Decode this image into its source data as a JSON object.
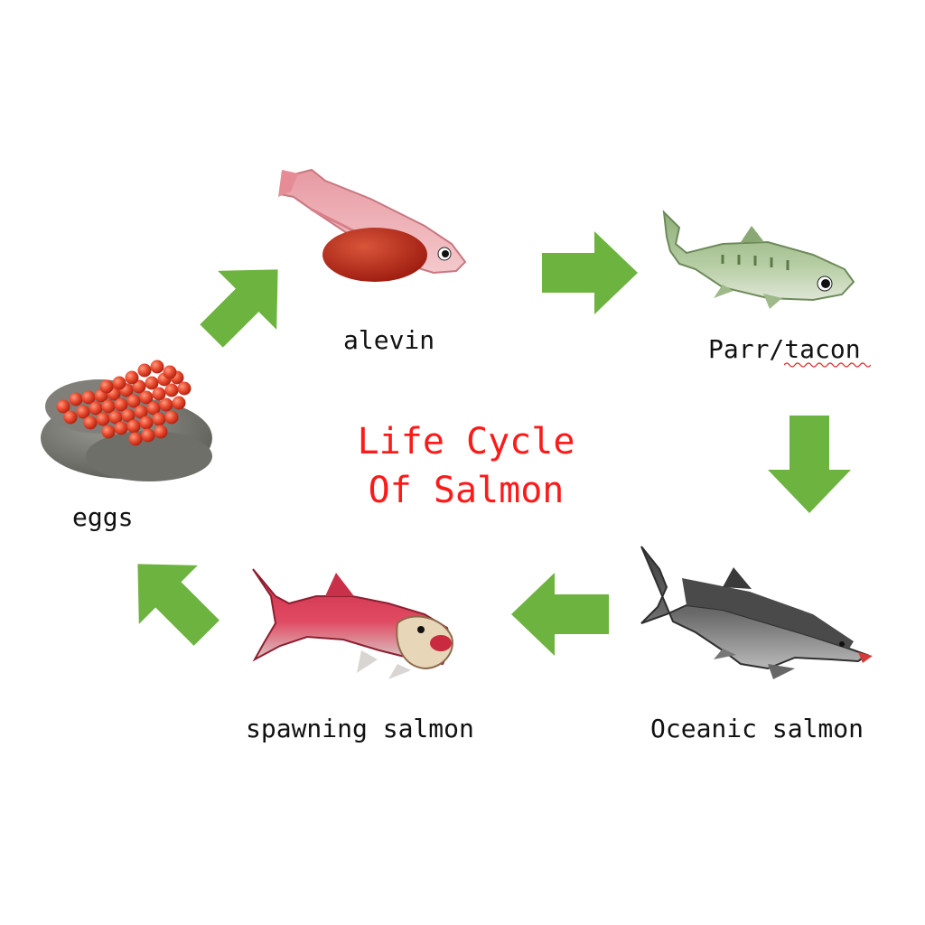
{
  "title": {
    "line1": "Life Cycle",
    "line2": "Of Salmon"
  },
  "stages": {
    "eggs": "eggs",
    "alevin": "alevin",
    "parr": "Parr/tacon",
    "oceanic": "Oceanic salmon",
    "spawning": "spawning salmon"
  },
  "colors": {
    "title": "#ff1a1a",
    "arrow": "#6db33f",
    "text": "#111111"
  },
  "icons": {
    "eggs": "salmon-eggs-on-rock-illustration",
    "alevin": "alevin-fish-with-yolk-sac-illustration",
    "parr": "parr-fish-illustration",
    "oceanic": "oceanic-salmon-illustration",
    "spawning": "spawning-salmon-illustration",
    "arrow": "cycle-arrow-icon"
  }
}
